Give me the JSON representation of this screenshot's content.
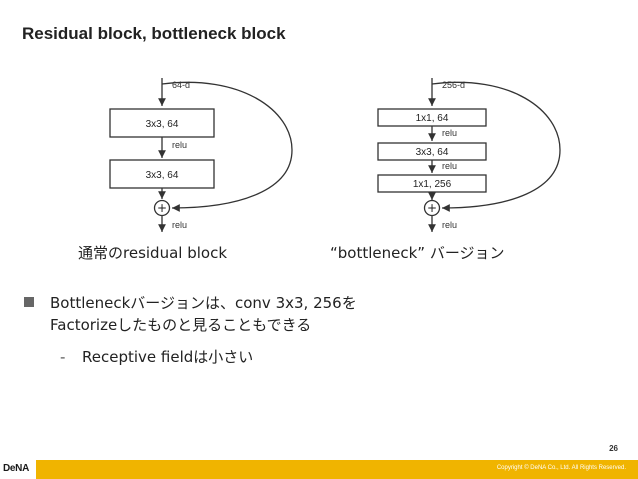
{
  "title": "Residual block, bottleneck block",
  "diagram_left": {
    "input_label": "64-d",
    "boxes": [
      "3x3, 64",
      "3x3, 64"
    ],
    "relu_labels": [
      "relu",
      "relu"
    ],
    "sum_symbol": "+",
    "caption": "通常のresidual block"
  },
  "diagram_right": {
    "input_label": "256-d",
    "boxes": [
      "1x1, 64",
      "3x3, 64",
      "1x1, 256"
    ],
    "relu_labels": [
      "relu",
      "relu",
      "relu"
    ],
    "sum_symbol": "+",
    "caption": "“bottleneck” バージョン"
  },
  "bullets": {
    "line1": "Bottleneckバージョンは、conv 3x3, 256を",
    "line2": "Factorizeしたものと見ることもできる",
    "sub_dash": "-",
    "sub_text": "Receptive fieldは小さい"
  },
  "footer": {
    "page_number": "26",
    "logo": "DeNA",
    "copyright": "Copyright © DeNA Co., Ltd. All Rights Reserved."
  }
}
